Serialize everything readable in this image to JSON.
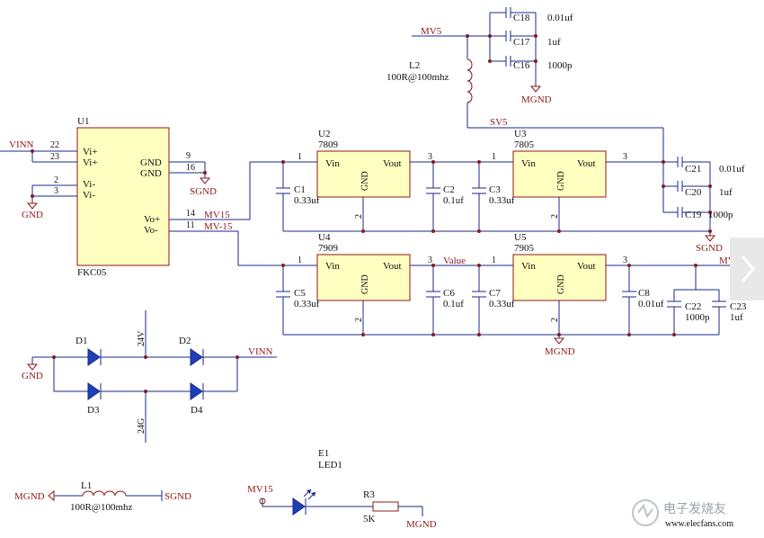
{
  "nets": {
    "vinn": "VINN",
    "gnd": "GND",
    "sgnd": "SGND",
    "mgnd": "MGND",
    "mv5": "MV5",
    "sv5": "SV5",
    "mv15": "MV15",
    "mvneg15": "MV-15",
    "mvneg5": "MV-5",
    "value": "Value",
    "v24": "24V",
    "g24": "24G"
  },
  "u1": {
    "ref": "U1",
    "part": "FKC05",
    "pins": {
      "vip1": "Vi+",
      "vip2": "Vi+",
      "vim1": "Vi-",
      "vim2": "Vi-",
      "gnd1": "GND",
      "gnd2": "GND",
      "vop": "Vo+",
      "vom": "Vo-"
    },
    "pin_numbers": {
      "p22": "22",
      "p23": "23",
      "p2": "2",
      "p3": "3",
      "p9": "9",
      "p16": "16",
      "p14": "14",
      "p11": "11"
    }
  },
  "regulators": [
    {
      "ref": "U2",
      "part": "7809"
    },
    {
      "ref": "U3",
      "part": "7805"
    },
    {
      "ref": "U4",
      "part": "7909"
    },
    {
      "ref": "U5",
      "part": "7905"
    }
  ],
  "reg_labels": {
    "vin": "Vin",
    "vout": "Vout",
    "gnd": "GND",
    "pin1": "1",
    "pin2": "2",
    "pin3": "3"
  },
  "capacitors": {
    "c1": {
      "ref": "C1",
      "value": "0.33uf"
    },
    "c2": {
      "ref": "C2",
      "value": "0.1uf"
    },
    "c3": {
      "ref": "C3",
      "value": "0.33uf"
    },
    "c5": {
      "ref": "C5",
      "value": "0.33uf"
    },
    "c6": {
      "ref": "C6",
      "value": "0.1uf"
    },
    "c7": {
      "ref": "C7",
      "value": "0.33uf"
    },
    "c8": {
      "ref": "C8",
      "value": "0.01uf"
    },
    "c16": {
      "ref": "C16",
      "value": "1000p"
    },
    "c17": {
      "ref": "C17",
      "value": "1uf"
    },
    "c18": {
      "ref": "C18",
      "value": "0.01uf"
    },
    "c19": {
      "ref": "C19",
      "value": "1000p"
    },
    "c20": {
      "ref": "C20",
      "value": "1uf"
    },
    "c21": {
      "ref": "C21",
      "value": "0.01uf"
    },
    "c22": {
      "ref": "C22",
      "value": "1000p"
    },
    "c23": {
      "ref": "C23",
      "value": "1uf"
    }
  },
  "inductors": {
    "l1": {
      "ref": "L1",
      "value": "100R@100mhz"
    },
    "l2": {
      "ref": "L2",
      "value": "100R@100mhz"
    }
  },
  "diodes": {
    "d1": "D1",
    "d2": "D2",
    "d3": "D3",
    "d4": "D4"
  },
  "led": {
    "ref": "E1",
    "part": "LED1"
  },
  "resistor": {
    "ref": "R3",
    "value": "5K"
  },
  "watermark": {
    "text": "电子发烧友",
    "url": "www.elecfans.com"
  },
  "colors": {
    "wire": "#1a2a8a",
    "part": "#8b1a1a",
    "body": "#ffffc0",
    "diode": "#1f3fb8"
  },
  "nav": {
    "next_icon": "chevron-right-icon"
  }
}
